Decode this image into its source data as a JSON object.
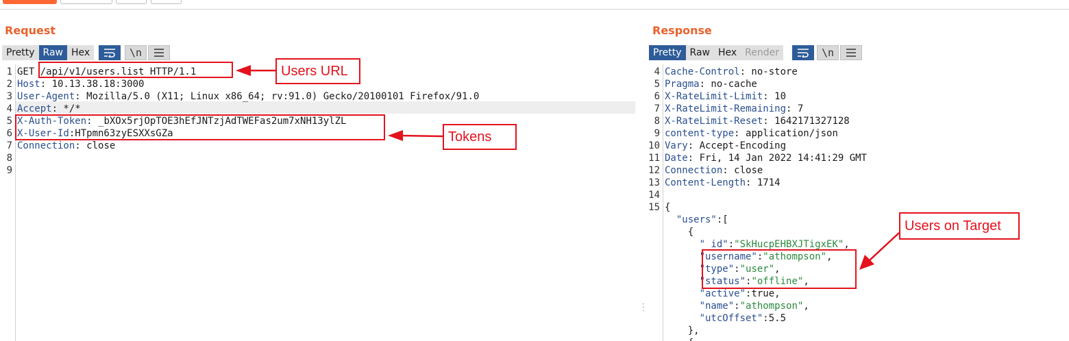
{
  "request": {
    "title": "Request",
    "tabs": [
      {
        "label": "Pretty",
        "state": "normal"
      },
      {
        "label": "Raw",
        "state": "active"
      },
      {
        "label": "Hex",
        "state": "normal"
      }
    ],
    "newline_button": "\\n",
    "lines": [
      {
        "n": "1",
        "segs": [
          {
            "t": "GET /api/v1/users.list HTTP/1.1",
            "c": "plain"
          }
        ]
      },
      {
        "n": "2",
        "segs": [
          {
            "t": "Host",
            "c": "key"
          },
          {
            "t": ": 10.13.38.18:3000",
            "c": "plain"
          }
        ]
      },
      {
        "n": "3",
        "segs": [
          {
            "t": "User-Agent",
            "c": "key"
          },
          {
            "t": ": Mozilla/5.0 (X11; Linux x86_64; rv:91.0) Gecko/20100101 Firefox/91.0",
            "c": "plain"
          }
        ]
      },
      {
        "n": "4",
        "segs": [
          {
            "t": "Accept",
            "c": "key"
          },
          {
            "t": ": */*",
            "c": "plain"
          }
        ]
      },
      {
        "n": "5",
        "segs": [
          {
            "t": "X-Auth-Token",
            "c": "key"
          },
          {
            "t": ": _bXOx5rjOpTOE3hEfJNTzjAdTWEFas2um7xNH13ylZL",
            "c": "plain"
          }
        ]
      },
      {
        "n": "6",
        "segs": [
          {
            "t": "X-User-Id",
            "c": "key"
          },
          {
            "t": ":HTpmn63zyESXXsGZa",
            "c": "plain"
          }
        ]
      },
      {
        "n": "7",
        "segs": [
          {
            "t": "Connection",
            "c": "key"
          },
          {
            "t": ": close",
            "c": "plain"
          }
        ]
      },
      {
        "n": "8",
        "segs": []
      },
      {
        "n": "9",
        "segs": []
      }
    ]
  },
  "response": {
    "title": "Response",
    "tabs": [
      {
        "label": "Pretty",
        "state": "active"
      },
      {
        "label": "Raw",
        "state": "normal"
      },
      {
        "label": "Hex",
        "state": "normal"
      },
      {
        "label": "Render",
        "state": "disabled"
      }
    ],
    "newline_button": "\\n",
    "lines": [
      {
        "n": "4",
        "segs": [
          {
            "t": "Cache-Control",
            "c": "key"
          },
          {
            "t": ": no-store",
            "c": "plain"
          }
        ]
      },
      {
        "n": "5",
        "segs": [
          {
            "t": "Pragma",
            "c": "key"
          },
          {
            "t": ": no-cache",
            "c": "plain"
          }
        ]
      },
      {
        "n": "6",
        "segs": [
          {
            "t": "X-RateLimit-Limit",
            "c": "key"
          },
          {
            "t": ": 10",
            "c": "plain"
          }
        ]
      },
      {
        "n": "7",
        "segs": [
          {
            "t": "X-RateLimit-Remaining",
            "c": "key"
          },
          {
            "t": ": 7",
            "c": "plain"
          }
        ]
      },
      {
        "n": "8",
        "segs": [
          {
            "t": "X-RateLimit-Reset",
            "c": "key"
          },
          {
            "t": ": 1642171327128",
            "c": "plain"
          }
        ]
      },
      {
        "n": "9",
        "segs": [
          {
            "t": "content-type",
            "c": "key"
          },
          {
            "t": ": application/json",
            "c": "plain"
          }
        ]
      },
      {
        "n": "10",
        "segs": [
          {
            "t": "Vary",
            "c": "key"
          },
          {
            "t": ": Accept-Encoding",
            "c": "plain"
          }
        ]
      },
      {
        "n": "11",
        "segs": [
          {
            "t": "Date",
            "c": "key"
          },
          {
            "t": ": Fri, 14 Jan 2022 14:41:29 GMT",
            "c": "plain"
          }
        ]
      },
      {
        "n": "12",
        "segs": [
          {
            "t": "Connection",
            "c": "key"
          },
          {
            "t": ": close",
            "c": "plain"
          }
        ]
      },
      {
        "n": "13",
        "segs": [
          {
            "t": "Content-Length",
            "c": "key"
          },
          {
            "t": ": 1714",
            "c": "plain"
          }
        ]
      },
      {
        "n": "14",
        "segs": []
      },
      {
        "n": "15",
        "segs": [
          {
            "t": "{",
            "c": "plain"
          }
        ]
      },
      {
        "n": "",
        "segs": [
          {
            "t": "  \"users\"",
            "c": "key"
          },
          {
            "t": ":[",
            "c": "plain"
          }
        ]
      },
      {
        "n": "",
        "segs": [
          {
            "t": "    {",
            "c": "plain"
          }
        ]
      },
      {
        "n": "",
        "segs": [
          {
            "t": "      \"_id\"",
            "c": "key"
          },
          {
            "t": ":",
            "c": "plain"
          },
          {
            "t": "\"SkHucpEHBXJTigxEK\"",
            "c": "str"
          },
          {
            "t": ",",
            "c": "plain"
          }
        ]
      },
      {
        "n": "",
        "segs": [
          {
            "t": "      \"username\"",
            "c": "key"
          },
          {
            "t": ":",
            "c": "plain"
          },
          {
            "t": "\"athompson\"",
            "c": "str"
          },
          {
            "t": ",",
            "c": "plain"
          }
        ]
      },
      {
        "n": "",
        "segs": [
          {
            "t": "      \"type\"",
            "c": "key"
          },
          {
            "t": ":",
            "c": "plain"
          },
          {
            "t": "\"user\"",
            "c": "str"
          },
          {
            "t": ",",
            "c": "plain"
          }
        ]
      },
      {
        "n": "",
        "segs": [
          {
            "t": "      \"status\"",
            "c": "key"
          },
          {
            "t": ":",
            "c": "plain"
          },
          {
            "t": "\"offline\"",
            "c": "str"
          },
          {
            "t": ",",
            "c": "plain"
          }
        ]
      },
      {
        "n": "",
        "segs": [
          {
            "t": "      \"active\"",
            "c": "key"
          },
          {
            "t": ":true,",
            "c": "plain"
          }
        ]
      },
      {
        "n": "",
        "segs": [
          {
            "t": "      \"name\"",
            "c": "key"
          },
          {
            "t": ":",
            "c": "plain"
          },
          {
            "t": "\"athompson\"",
            "c": "str"
          },
          {
            "t": ",",
            "c": "plain"
          }
        ]
      },
      {
        "n": "",
        "segs": [
          {
            "t": "      \"utcOffset\"",
            "c": "key"
          },
          {
            "t": ":5.5",
            "c": "plain"
          }
        ]
      },
      {
        "n": "",
        "segs": [
          {
            "t": "    },",
            "c": "plain"
          }
        ]
      },
      {
        "n": "",
        "segs": [
          {
            "t": "    {",
            "c": "plain"
          }
        ]
      }
    ]
  },
  "annotations": {
    "users_url": "Users URL",
    "tokens": "Tokens",
    "users_on_target": "Users on Target"
  },
  "colors": {
    "accent": "#e8622c",
    "active_tab": "#2e5c99",
    "annotation": "#e3121c",
    "header_key": "#2a4f8f",
    "json_string": "#2b8a3e"
  }
}
